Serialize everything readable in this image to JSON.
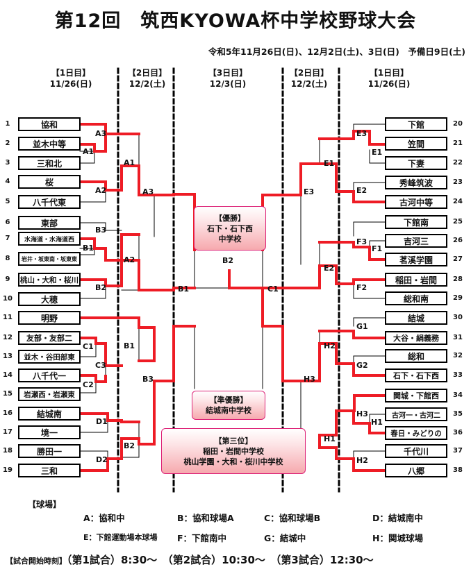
{
  "title": "第12回　筑西KYOWA杯中学校野球大会",
  "dates": "令和5年11月26日(日)、12月2日(土)、3日(日)　予備日9日(土)",
  "col_headers": [
    {
      "day": "【1日目】",
      "date": "11/26(日)"
    },
    {
      "day": "【2日目】",
      "date": "12/2(土)"
    },
    {
      "day": "【3日目】",
      "date": "12/3(日)"
    },
    {
      "day": "【2日目】",
      "date": "12/2(土)"
    },
    {
      "day": "【1日目】",
      "date": "11/26(日)"
    }
  ],
  "left_teams": [
    {
      "num": "1",
      "name": "協和"
    },
    {
      "num": "2",
      "name": "並木中等"
    },
    {
      "num": "3",
      "name": "三和北"
    },
    {
      "num": "4",
      "name": "桜"
    },
    {
      "num": "5",
      "name": "八千代東"
    },
    {
      "num": "6",
      "name": "東部"
    },
    {
      "num": "7",
      "name": "水海道・水海道西"
    },
    {
      "num": "8",
      "name": "岩井・坂東南・坂東東"
    },
    {
      "num": "9",
      "name": "桃山・大和・桜川"
    },
    {
      "num": "10",
      "name": "大穂"
    },
    {
      "num": "11",
      "name": "明野"
    },
    {
      "num": "12",
      "name": "友部・友部二"
    },
    {
      "num": "13",
      "name": "並木・谷田部東"
    },
    {
      "num": "14",
      "name": "八千代一"
    },
    {
      "num": "15",
      "name": "岩瀬西・岩瀬東"
    },
    {
      "num": "16",
      "name": "結城南"
    },
    {
      "num": "17",
      "name": "境一"
    },
    {
      "num": "18",
      "name": "勝田一"
    },
    {
      "num": "19",
      "name": "三和"
    }
  ],
  "right_teams": [
    {
      "num": "20",
      "name": "下館"
    },
    {
      "num": "21",
      "name": "笠間"
    },
    {
      "num": "22",
      "name": "下妻"
    },
    {
      "num": "23",
      "name": "秀峰筑波"
    },
    {
      "num": "24",
      "name": "古河中等"
    },
    {
      "num": "25",
      "name": "下館南"
    },
    {
      "num": "26",
      "name": "吉河三"
    },
    {
      "num": "27",
      "name": "茗溪学園"
    },
    {
      "num": "28",
      "name": "稲田・岩間"
    },
    {
      "num": "29",
      "name": "総和南"
    },
    {
      "num": "30",
      "name": "結城"
    },
    {
      "num": "31",
      "name": "大谷・絹義務"
    },
    {
      "num": "32",
      "name": "総和"
    },
    {
      "num": "33",
      "name": "石下・石下西"
    },
    {
      "num": "34",
      "name": "関城・下館西"
    },
    {
      "num": "35",
      "name": "古河一・古河二"
    },
    {
      "num": "36",
      "name": "春日・みどりの"
    },
    {
      "num": "37",
      "name": "千代川"
    },
    {
      "num": "38",
      "name": "八郷"
    }
  ],
  "match_labels": {
    "A1": "A1",
    "A2": "A2",
    "A3": "A3",
    "B1": "B1",
    "B2": "B2",
    "B3": "B3",
    "C1": "C1",
    "C2": "C2",
    "C3": "C3",
    "D1": "D1",
    "D2": "D2",
    "E1": "E1",
    "E2": "E2",
    "E3": "E3",
    "F1": "F1",
    "F2": "F2",
    "F3": "F3",
    "G1": "G1",
    "G2": "G2",
    "H1": "H1",
    "H2": "H2",
    "H3": "H3"
  },
  "awards": {
    "champion": {
      "title": "【優勝】",
      "line1": "石下・石下西",
      "line2": "中学校"
    },
    "runner_up": {
      "title": "【準優勝】",
      "line1": "結城南中学校"
    },
    "third": {
      "title": "【第三位】",
      "line1": "稲田・岩間中学校",
      "line2": "桃山学園・大和・桜川中学校"
    }
  },
  "venues": {
    "title": "【球場】",
    "a": "A：協和中",
    "b": "B：協和球場A",
    "c": "C：協和球場B",
    "d": "D：結城南中",
    "e": "E：下館運動場本球場",
    "f": "F：下館南中",
    "g": "G：結城中",
    "h": "H：関城球場"
  },
  "times": {
    "label": "【試合開始時刻】",
    "text": "（第1試合）8:30～　（第2試合）10:30～　（第3試合）12:30～"
  }
}
